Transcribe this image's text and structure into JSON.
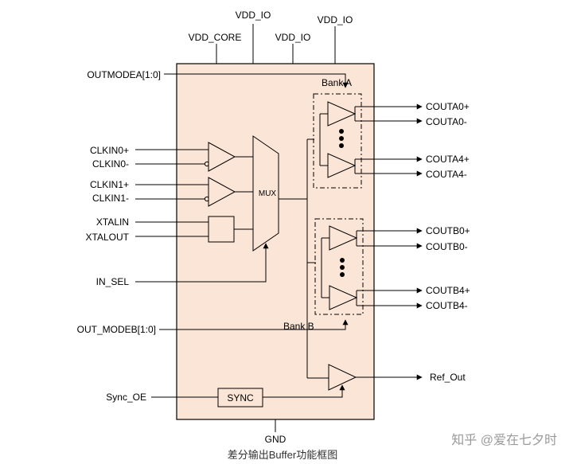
{
  "power": {
    "vdd_io_1": "VDD_IO",
    "vdd_core": "VDD_CORE",
    "vdd_io_2": "VDD_IO",
    "vdd_io_3": "VDD_IO",
    "gnd": "GND"
  },
  "inputs": {
    "outmodea": "OUTMODEA[1:0]",
    "clkin0_p": "CLKIN0+",
    "clkin0_n": "CLKIN0-",
    "clkin1_p": "CLKIN1+",
    "clkin1_n": "CLKIN1-",
    "xtalin": "XTALIN",
    "xtalout": "XTALOUT",
    "in_sel": "IN_SEL",
    "out_modeb": "OUT_MODEB[1:0]",
    "sync_oe": "Sync_OE"
  },
  "blocks": {
    "mux": "MUX",
    "sync": "SYNC",
    "bank_a": "Bank A",
    "bank_b": "Bank B"
  },
  "outputs": {
    "couta0_p": "COUTA0+",
    "couta0_n": "COUTA0-",
    "couta4_p": "COUTA4+",
    "couta4_n": "COUTA4-",
    "coutb0_p": "COUTB0+",
    "coutb0_n": "COUTB0-",
    "coutb4_p": "COUTB4+",
    "coutb4_n": "COUTB4-",
    "ref_out": "Ref_Out"
  },
  "caption": "差分输出Buffer功能框图",
  "watermark": "知乎 @爱在七夕时",
  "colors": {
    "chip_fill": "#fbe5d6",
    "line": "#000000"
  }
}
